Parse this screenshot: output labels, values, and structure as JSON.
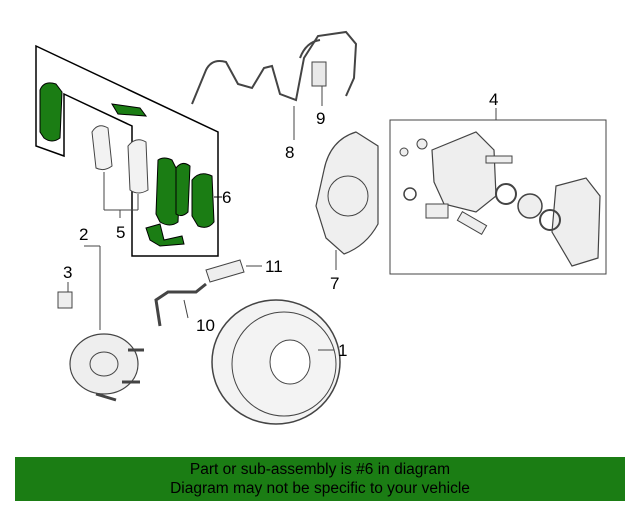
{
  "callouts": {
    "c1": "1",
    "c2": "2",
    "c3": "3",
    "c4": "4",
    "c5": "5",
    "c6": "6",
    "c7": "7",
    "c8": "8",
    "c9": "9",
    "c10": "10",
    "c11": "11"
  },
  "banner": {
    "line1": "Part or sub-assembly is #6 in diagram",
    "line2": "Diagram may not be specific to your vehicle"
  },
  "colors": {
    "highlight_green": "#1b7d14",
    "line": "#444444",
    "part_fill": "#e9e9e9"
  }
}
